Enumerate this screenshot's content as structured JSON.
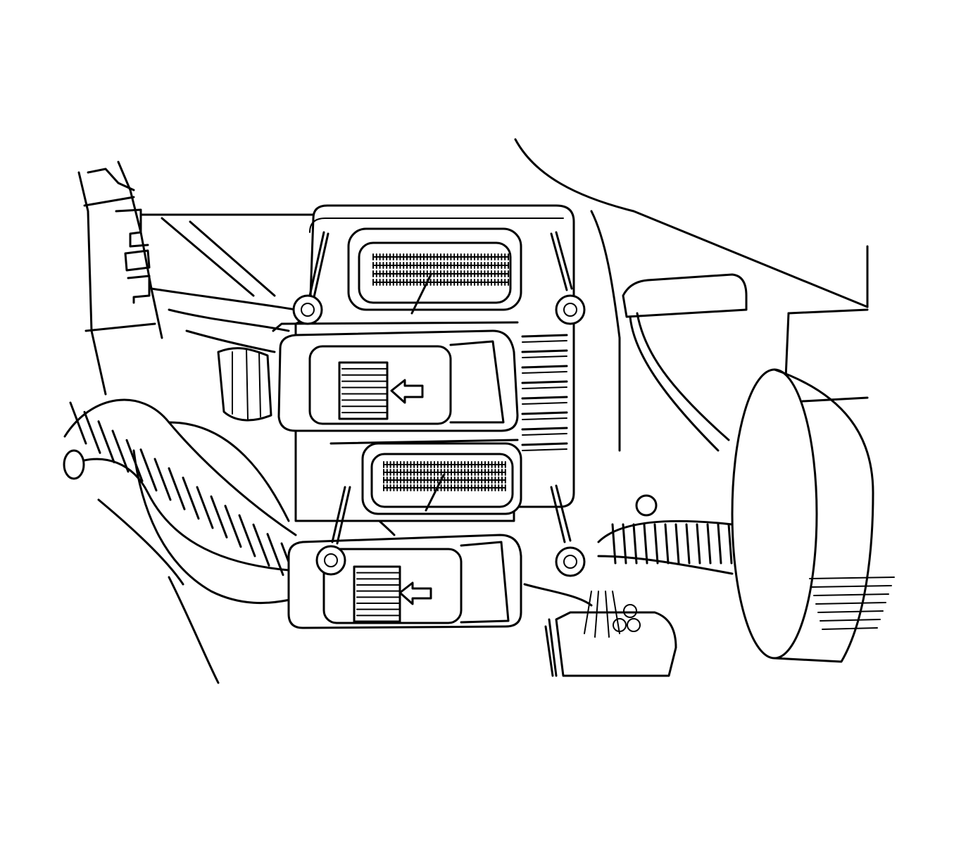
{
  "figure": {
    "subject": "engine-control-module-removal",
    "style": "black line art on white",
    "background": "#ffffff",
    "line_color": "#000000",
    "has_text_labels": false,
    "components": [
      {
        "name": "ecm-housing"
      },
      {
        "name": "upper-harness-connector"
      },
      {
        "name": "lower-harness-connector"
      },
      {
        "name": "upper-connector-socket"
      },
      {
        "name": "lower-connector-socket"
      },
      {
        "name": "mounting-bolt",
        "count": 4
      },
      {
        "name": "wiring-harness-corrugated-conduit"
      },
      {
        "name": "small-plug-connector"
      },
      {
        "name": "release-arrow",
        "count": 2
      },
      {
        "name": "bracket-left"
      },
      {
        "name": "wheel-hub-right"
      }
    ]
  }
}
